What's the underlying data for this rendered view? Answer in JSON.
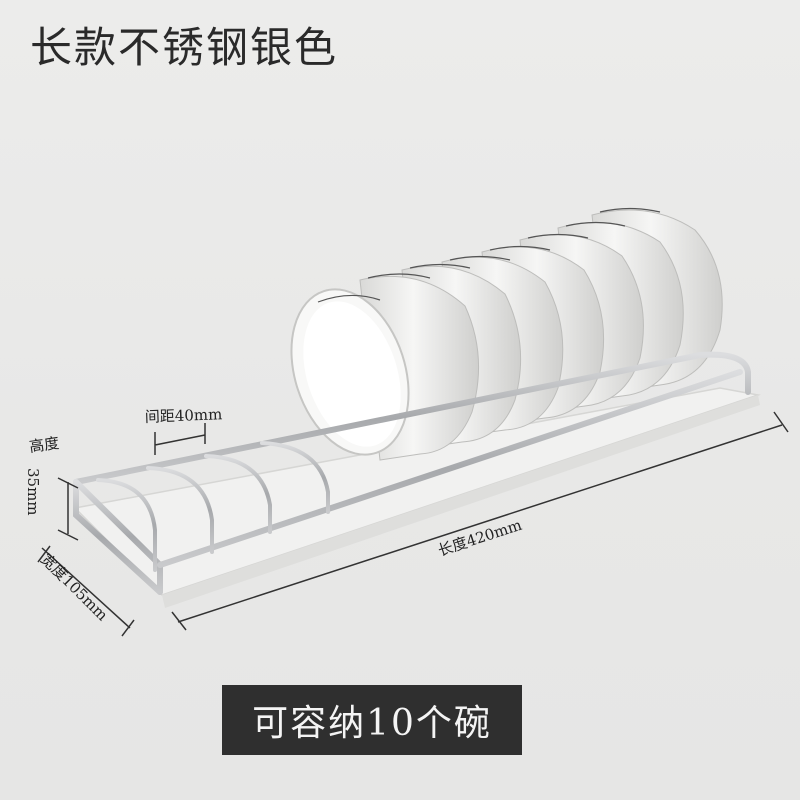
{
  "title": "长款不锈钢银色",
  "dimensions": {
    "spacing": "间距40mm",
    "height_label": "高度",
    "height_value": "35mm",
    "width": "宽度105mm",
    "length": "长度420mm"
  },
  "capacity": "可容纳10个碗",
  "colors": {
    "background": "#e9e9e8",
    "steel": "#b7b9bb",
    "caption_bg": "#2f2f2f",
    "caption_text": "#f4f4f4"
  }
}
